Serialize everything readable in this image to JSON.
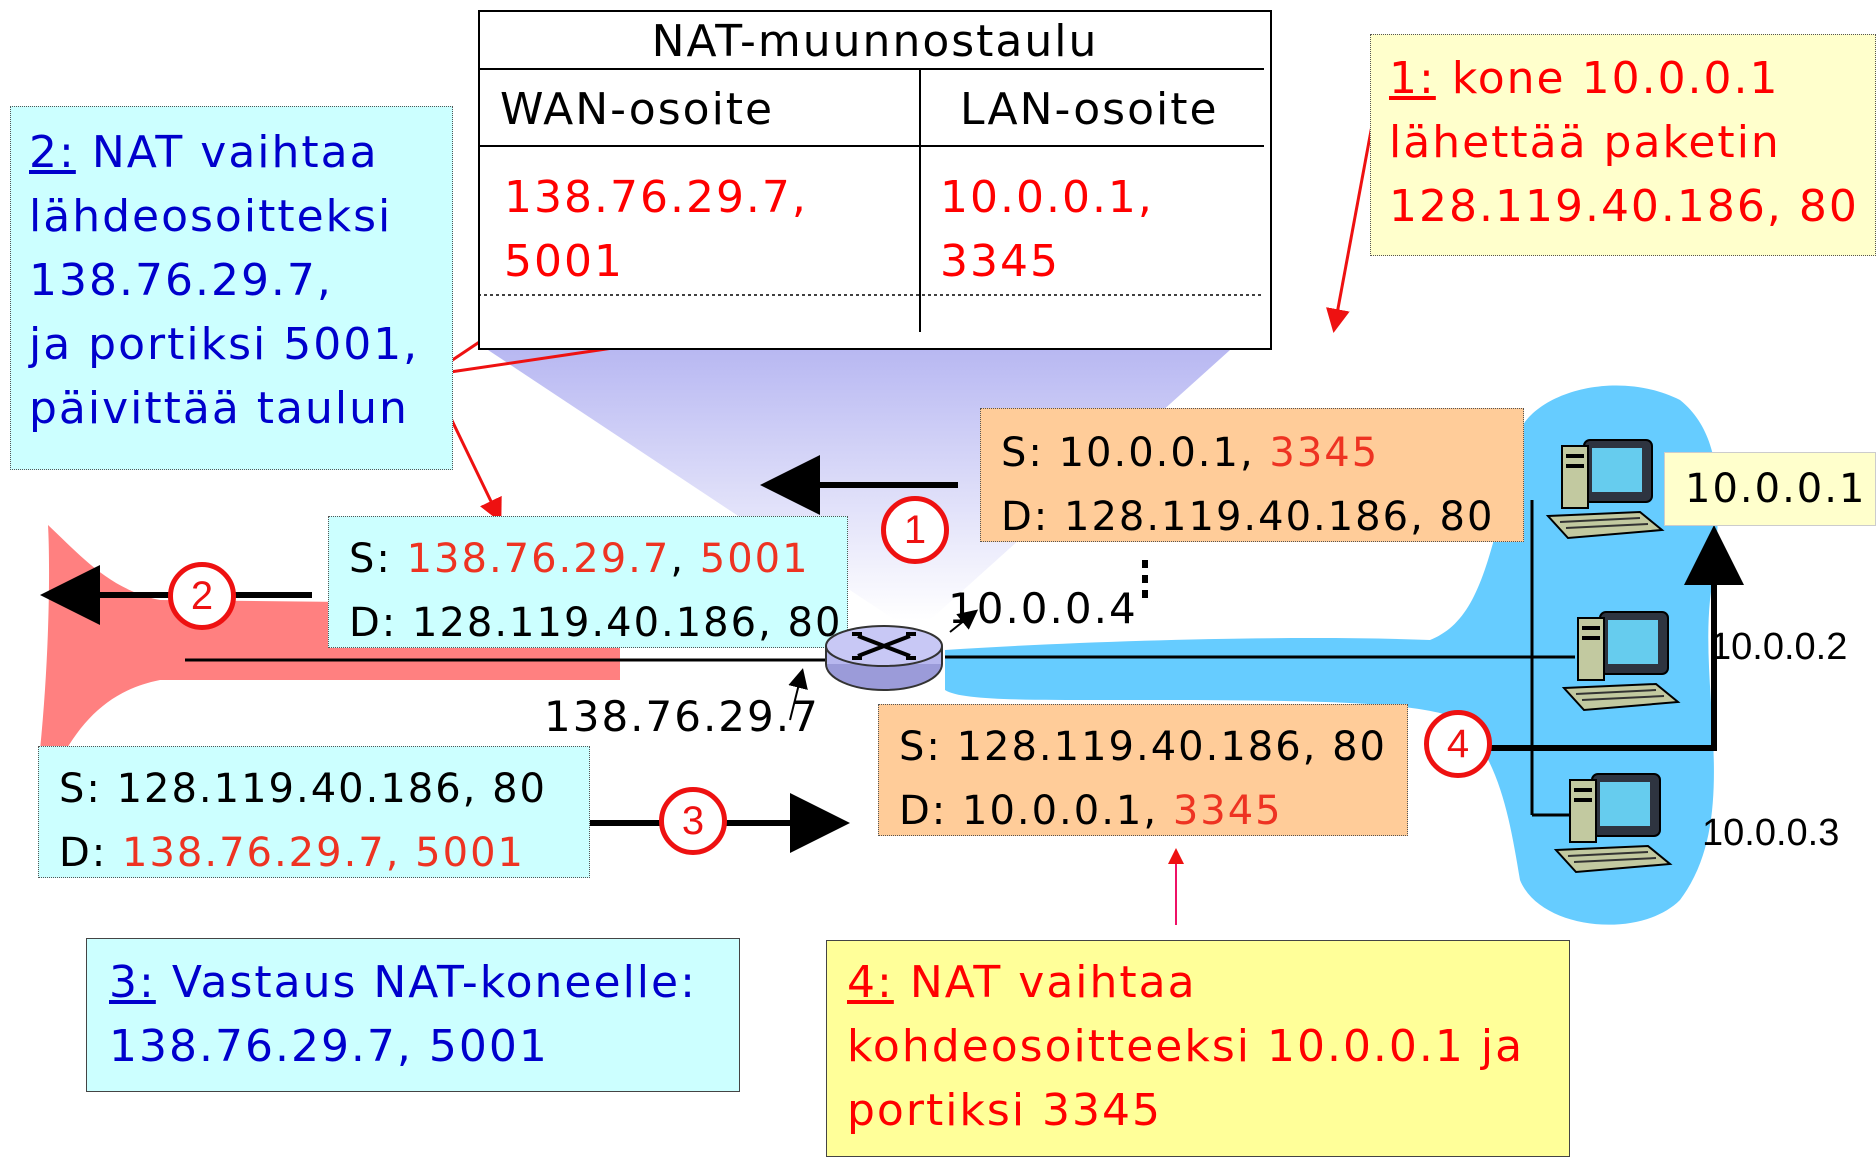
{
  "nat_table": {
    "title": "NAT-muunnostaulu",
    "col_wan": "WAN-osoite",
    "col_lan": "LAN-osoite",
    "wan_line1": "138.76.29.7,",
    "wan_line2": "5001",
    "lan_line1": "10.0.0.1,",
    "lan_line2": "3345"
  },
  "step1": {
    "num": "1:",
    "line1": " kone 10.0.0.1",
    "line2": "lähettää paketin",
    "line3": "128.119.40.186, 80"
  },
  "step2": {
    "num": "2:",
    "line1": " NAT vaihtaa",
    "line2": "lähdeosoitteksi",
    "line3": "138.76.29.7,",
    "line4": "ja portiksi 5001,",
    "line5": "päivittää taulun"
  },
  "step3": {
    "num": "3:",
    "line1": " Vastaus NAT-koneelle:",
    "line2": " 138.76.29.7, 5001"
  },
  "step4": {
    "num": "4:",
    "line1": " NAT vaihtaa",
    "line2": "kohdeosoitteeksi 10.0.0.1 ja",
    "line3": "portiksi 3345"
  },
  "packet1": {
    "s_label": "S:  10.0.0.1, ",
    "s_port": "3345",
    "d_line": "D:  128.119.40.186, 80"
  },
  "packet2": {
    "s_label": "S:  ",
    "s_addr": "138.76.29.7",
    "s_sep": ", ",
    "s_port": "5001",
    "d_line": "D:  128.119.40.186, 80"
  },
  "packet3": {
    "s_line": "S:  128.119.40.186, 80",
    "d_label": "D:  ",
    "d_addr": "138.76.29.7, 5001"
  },
  "packet4": {
    "s_line": "S:  128.119.40.186, 80",
    "d_label": "D:  10.0.0.1, ",
    "d_port": "3345"
  },
  "circles": [
    "1",
    "2",
    "3",
    "4"
  ],
  "labels": {
    "router_lan": "10.0.0.4",
    "router_wan": "138.76.29.7",
    "host1": "10.0.0.1",
    "host2": "10.0.0.2",
    "host3": "10.0.0.3"
  },
  "colors": {
    "cyan_box": "#ccffff",
    "orange_box": "#ffcc99",
    "yellow_box": "#ffff99",
    "lan_cloud": "#66ccff",
    "wan_horn": "#ff7777",
    "accent_red": "#ff0000",
    "text_blue": "#0000cc"
  },
  "icons": [
    "router-icon",
    "computer-icon"
  ]
}
